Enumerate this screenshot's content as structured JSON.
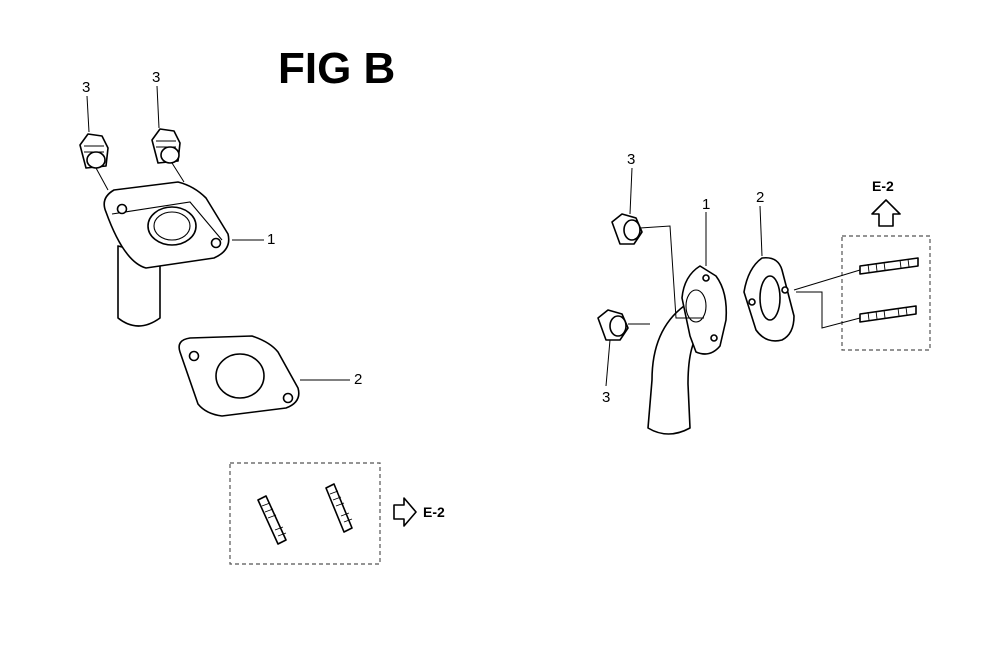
{
  "title": "FIG B",
  "left_assembly": {
    "labels": {
      "bolt_a": "3",
      "bolt_b": "3",
      "elbow": "1",
      "gasket": "2"
    },
    "reference": "E-2"
  },
  "right_assembly": {
    "labels": {
      "bolt_upper": "3",
      "bolt_lower": "3",
      "elbow": "1",
      "gasket": "2"
    },
    "reference": "E-2"
  }
}
